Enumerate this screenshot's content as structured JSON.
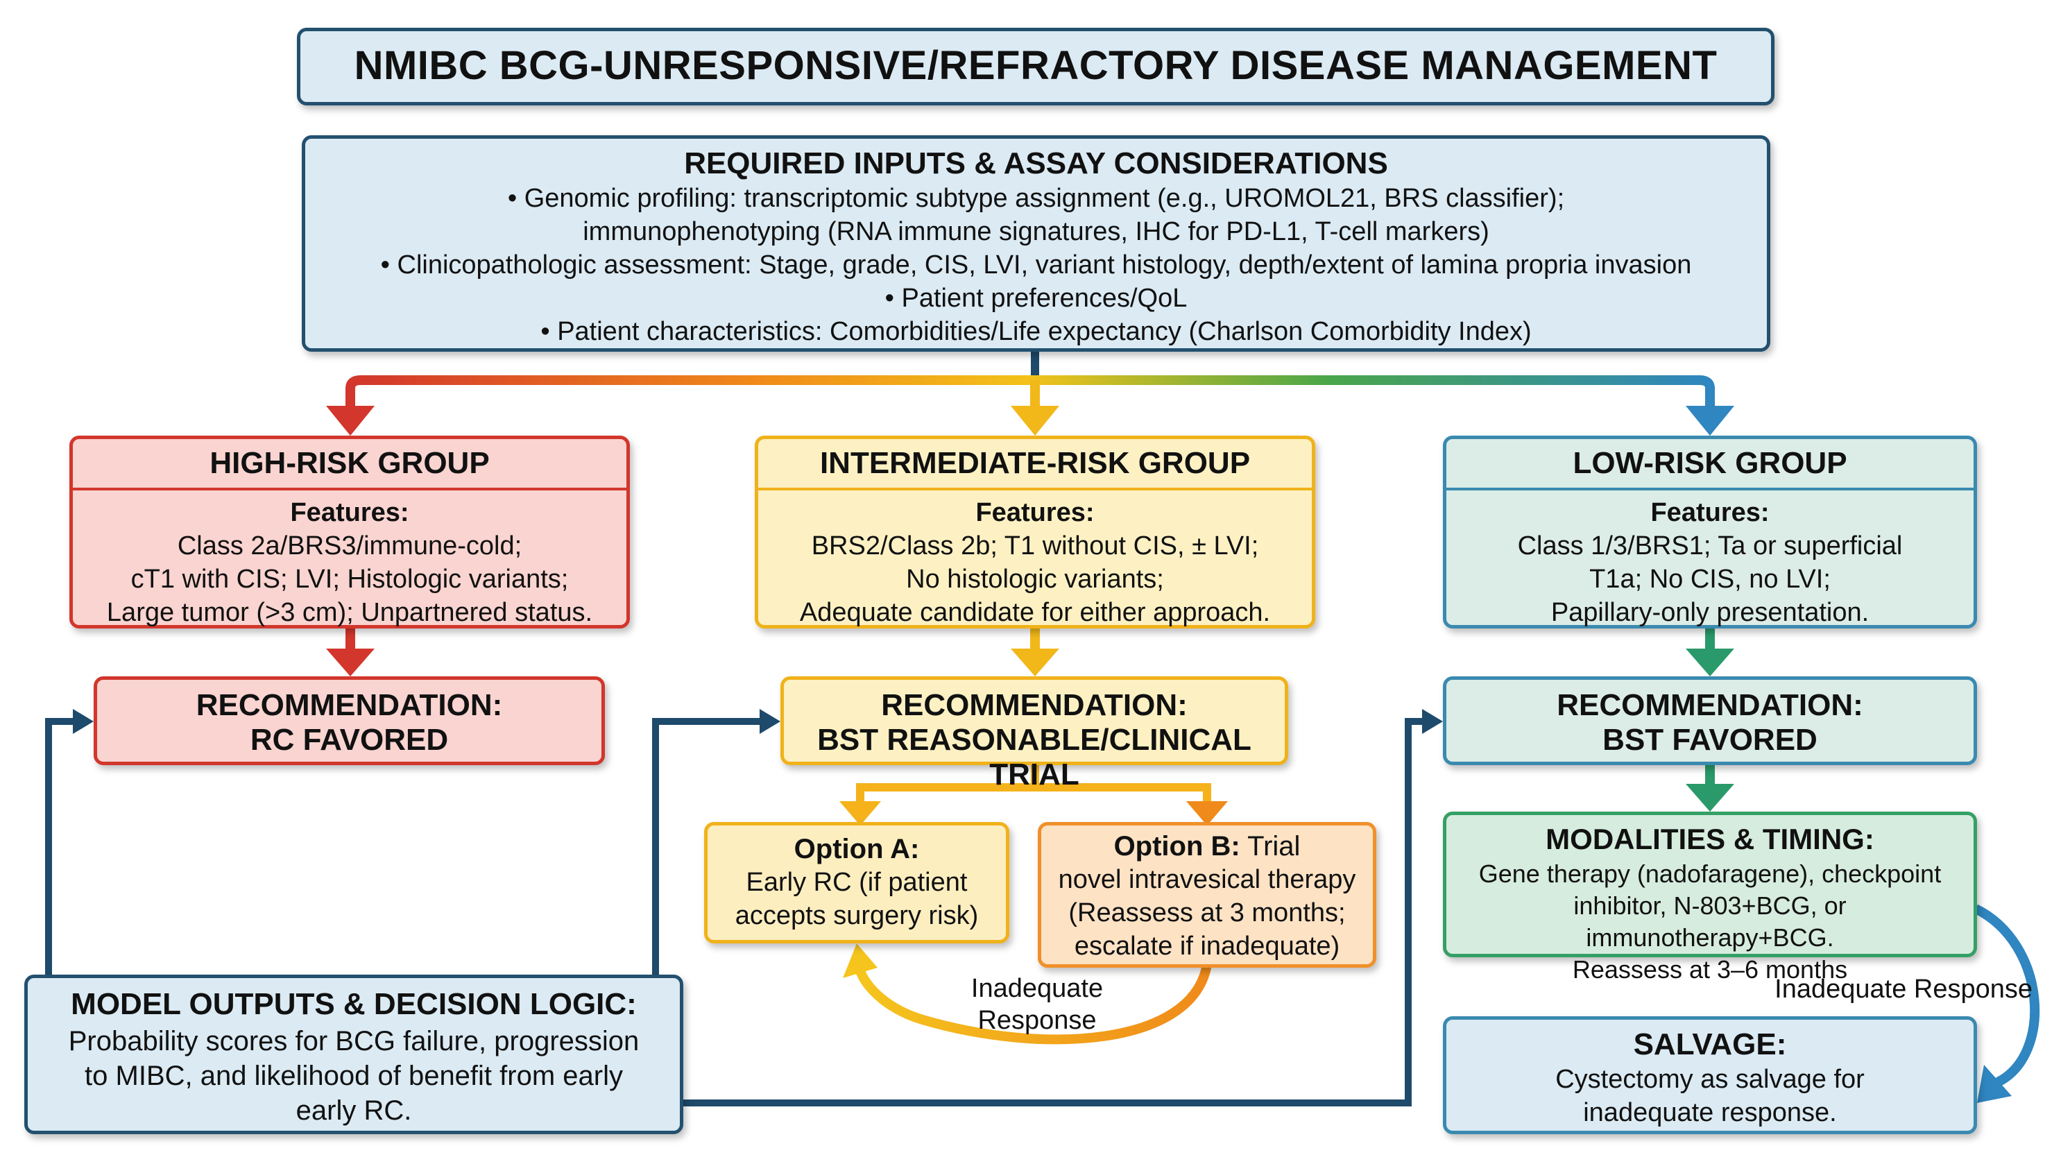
{
  "title": "NMIBC BCG-UNRESPONSIVE/REFRACTORY DISEASE MANAGEMENT",
  "inputs": {
    "heading": "REQUIRED INPUTS & ASSAY CONSIDERATIONS",
    "lines": [
      "• Genomic profiling: transcriptomic subtype assignment (e.g., UROMOL21, BRS classifier);",
      "immunophenotyping (RNA immune signatures, IHC for PD-L1, T-cell markers)",
      "• Clinicopathologic assessment: Stage, grade, CIS, LVI, variant histology, depth/extent of lamina propria invasion",
      "• Patient preferences/QoL",
      "• Patient characteristics: Comorbidities/Life expectancy (Charlson Comorbidity Index)"
    ]
  },
  "high": {
    "heading": "HIGH-RISK GROUP",
    "features_label": "Features:",
    "lines": [
      "Class 2a/BRS3/immune-cold;",
      "cT1 with CIS; LVI; Histologic variants;",
      "Large tumor (>3 cm); Unpartnered status."
    ],
    "rec_line1": "RECOMMENDATION:",
    "rec_line2": "RC FAVORED"
  },
  "intermediate": {
    "heading": "INTERMEDIATE-RISK GROUP",
    "features_label": "Features:",
    "lines": [
      "BRS2/Class 2b; T1 without CIS, ± LVI;",
      "No histologic variants;",
      "Adequate candidate for either approach."
    ],
    "rec_line1": "RECOMMENDATION:",
    "rec_line2": "BST REASONABLE/CLINICAL TRIAL",
    "option_a": {
      "label": "Option A:",
      "lines": [
        "Early RC (if patient",
        "accepts surgery risk)"
      ]
    },
    "option_b": {
      "label": "Option B:",
      "label_rest": " Trial",
      "lines": [
        "novel intravesical therapy",
        "(Reassess at 3 months;",
        "escalate if inadequate)"
      ]
    },
    "loop_label_1": "Inadequate",
    "loop_label_2": "Response"
  },
  "low": {
    "heading": "LOW-RISK GROUP",
    "features_label": "Features:",
    "lines": [
      "Class 1/3/BRS1; Ta or superficial",
      "T1a; No CIS, no LVI;",
      "Papillary-only presentation."
    ],
    "rec_line1": "RECOMMENDATION:",
    "rec_line2": "BST FAVORED",
    "modalities_heading": "MODALITIES & TIMING:",
    "modalities_lines": [
      "Gene therapy (nadofaragene), checkpoint",
      "inhibitor, N-803+BCG, or immunotherapy+BCG.",
      "Reassess at 3–6 months"
    ],
    "inadequate_label": "Inadequate Response",
    "salvage_heading": "SALVAGE:",
    "salvage_lines": [
      "Cystectomy as salvage for",
      "inadequate response."
    ]
  },
  "model": {
    "heading": "MODEL OUTPUTS & DECISION LOGIC:",
    "lines": [
      "Probability scores for BCG failure, progression",
      "to MIBC, and likelihood of benefit from early",
      "early RC."
    ]
  },
  "colors": {
    "navy": "#1e4a6b",
    "red": "#d2362c",
    "yellow": "#f0b21a",
    "orange": "#f0902a",
    "green": "#34a065",
    "blue": "#3a8ab0"
  }
}
